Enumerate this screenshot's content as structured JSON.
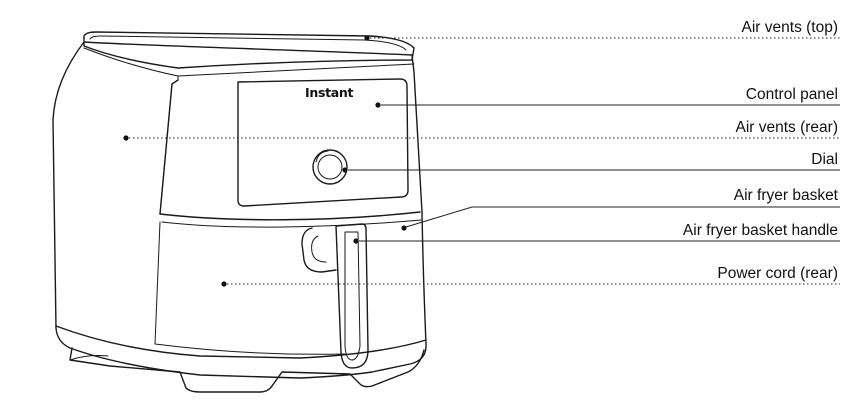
{
  "brand_logo": "Instant",
  "callouts": [
    {
      "id": "air-vents-top",
      "label": "Air vents (top)"
    },
    {
      "id": "control-panel",
      "label": "Control panel"
    },
    {
      "id": "air-vents-rear",
      "label": "Air vents (rear)"
    },
    {
      "id": "dial",
      "label": "Dial"
    },
    {
      "id": "air-fryer-basket",
      "label": "Air fryer basket"
    },
    {
      "id": "air-fryer-basket-handle",
      "label": "Air fryer basket handle"
    },
    {
      "id": "power-cord-rear",
      "label": "Power cord (rear)"
    }
  ]
}
